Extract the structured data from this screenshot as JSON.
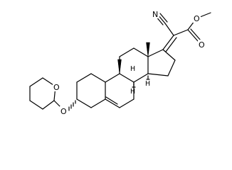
{
  "atoms": {
    "nitrile_n": "N",
    "ester_carbonyl_o": "O",
    "ester_ether_o": "O",
    "thp_ring_o": "O",
    "ether_link_o": "O",
    "h_c8": "H",
    "h_c9": "H",
    "h_c14": "H"
  },
  "colors": {
    "ink": "#000000",
    "background": "#ffffff"
  }
}
